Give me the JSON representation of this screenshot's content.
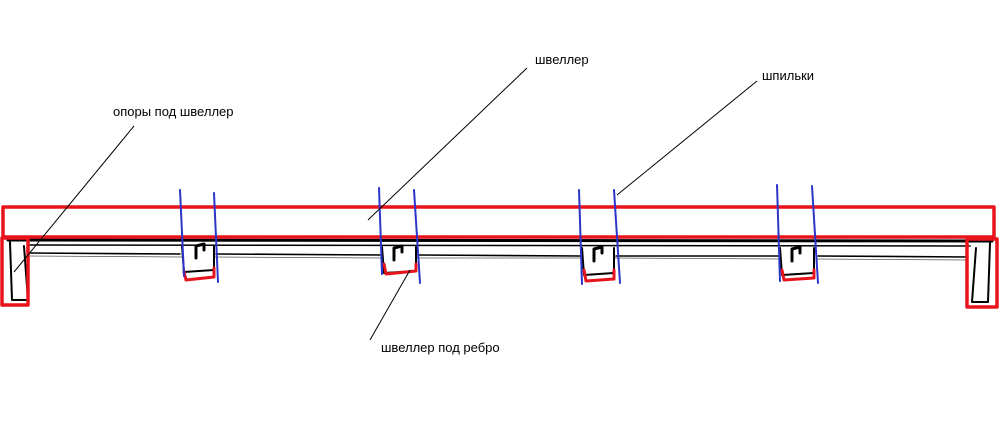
{
  "labels": {
    "channel": "швеллер",
    "studs": "шпильки",
    "supports": "опоры под швеллер",
    "rib_channel": "швеллер под ребро"
  },
  "colors": {
    "channel": "#e8141c",
    "studs": "#2b35c8",
    "drawing": "#000000",
    "background": "#ffffff"
  }
}
